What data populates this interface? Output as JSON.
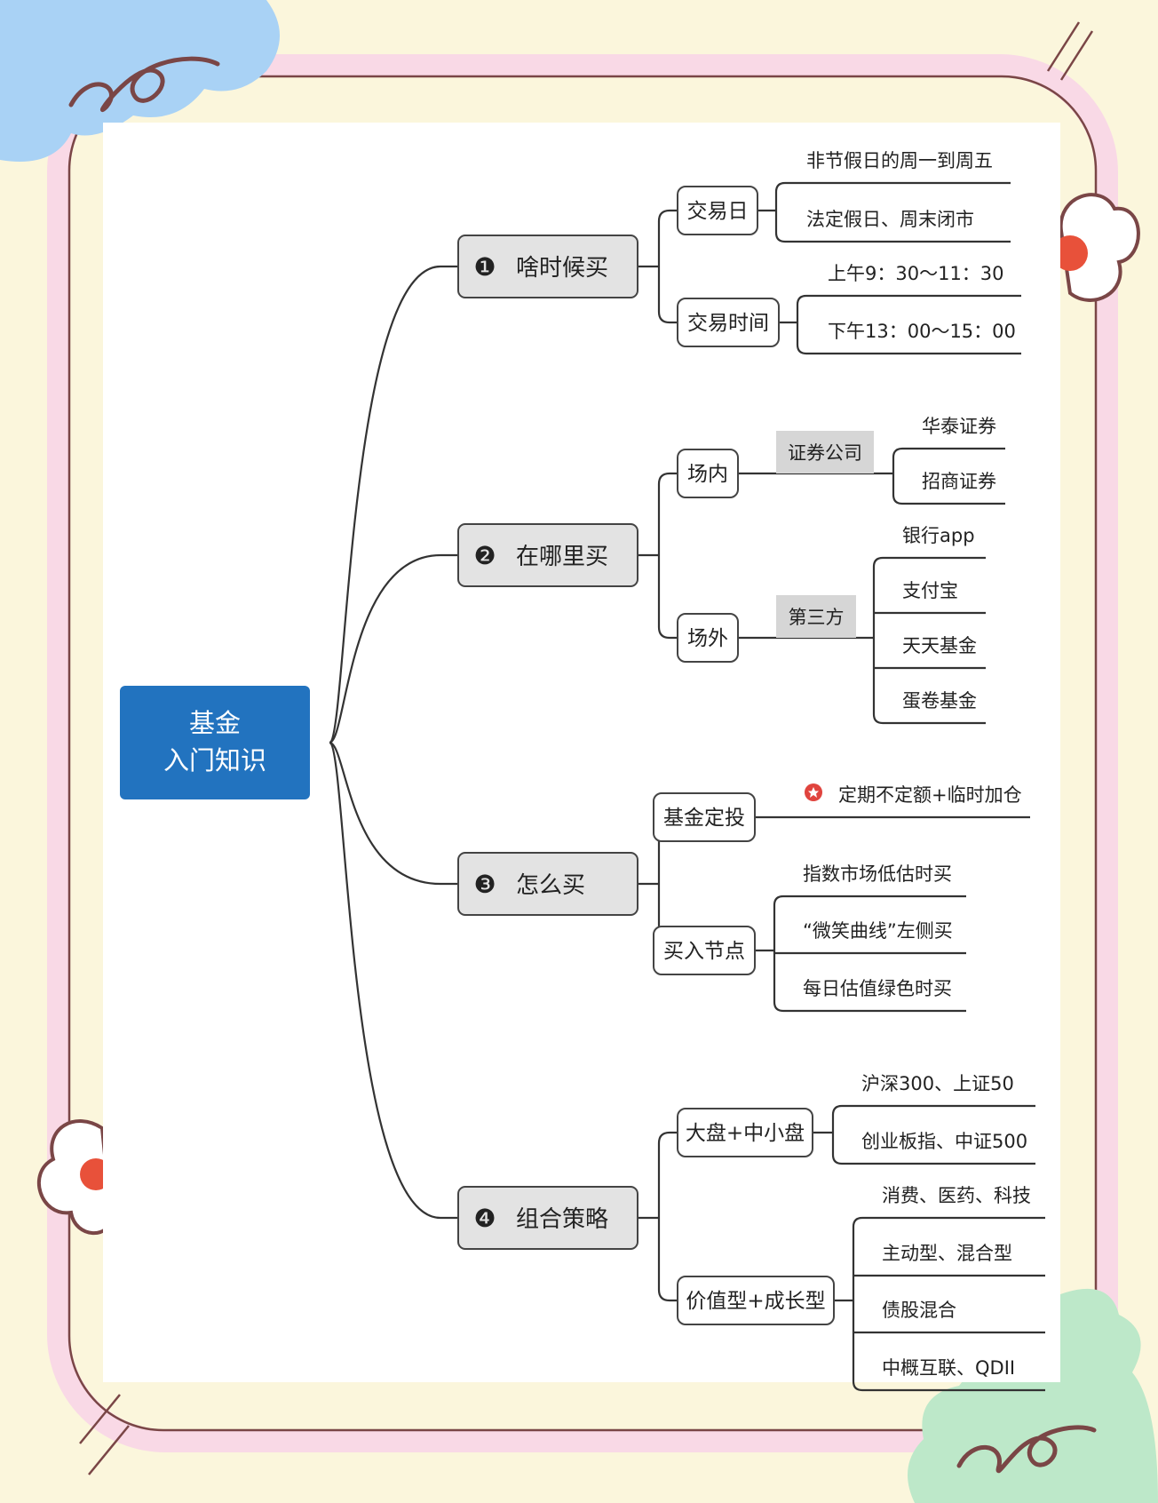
{
  "colors": {
    "background": "#fbf6dc",
    "frame_outer": "#f9d9e6",
    "frame_line": "#7a4646",
    "root_fill": "#2273bf",
    "branch_fill": "#e3e3e3",
    "category_fill": "#d6d6d6",
    "star_mark": "#e0443e",
    "deco_blue": "#a9d2f5",
    "deco_green": "#bde8c9",
    "deco_red": "#e8513a"
  },
  "root": {
    "line1": "基金",
    "line2": "入门知识"
  },
  "branches": [
    {
      "number": "❶",
      "label": "啥时候买",
      "children": [
        {
          "label": "交易日",
          "leaves": [
            "非节假日的周一到周五",
            "法定假日、周末闭市"
          ]
        },
        {
          "label": "交易时间",
          "leaves": [
            "上午9：30～11：30",
            "下午13：00～15：00"
          ]
        }
      ]
    },
    {
      "number": "❷",
      "label": "在哪里买",
      "children": [
        {
          "label": "场内",
          "category": "证券公司",
          "leaves": [
            "华泰证券",
            "招商证券"
          ]
        },
        {
          "label": "场外",
          "category": "第三方",
          "leaves": [
            "银行app",
            "支付宝",
            "天天基金",
            "蛋卷基金"
          ]
        }
      ]
    },
    {
      "number": "❸",
      "label": "怎么买",
      "children": [
        {
          "label": "基金定投",
          "leaves": [
            "定期不定额+临时加仓"
          ],
          "starred": true
        },
        {
          "label": "买入节点",
          "leaves": [
            "指数市场低估时买",
            "“微笑曲线”左侧买",
            "每日估值绿色时买"
          ]
        }
      ]
    },
    {
      "number": "❹",
      "label": "组合策略",
      "children": [
        {
          "label": "大盘+中小盘",
          "leaves": [
            "沪深300、上证50",
            "创业板指、中证500"
          ]
        },
        {
          "label": "价值型+成长型",
          "leaves": [
            "消费、医药、科技",
            "主动型、混合型",
            "债股混合",
            "中概互联、QDII"
          ]
        }
      ]
    }
  ]
}
